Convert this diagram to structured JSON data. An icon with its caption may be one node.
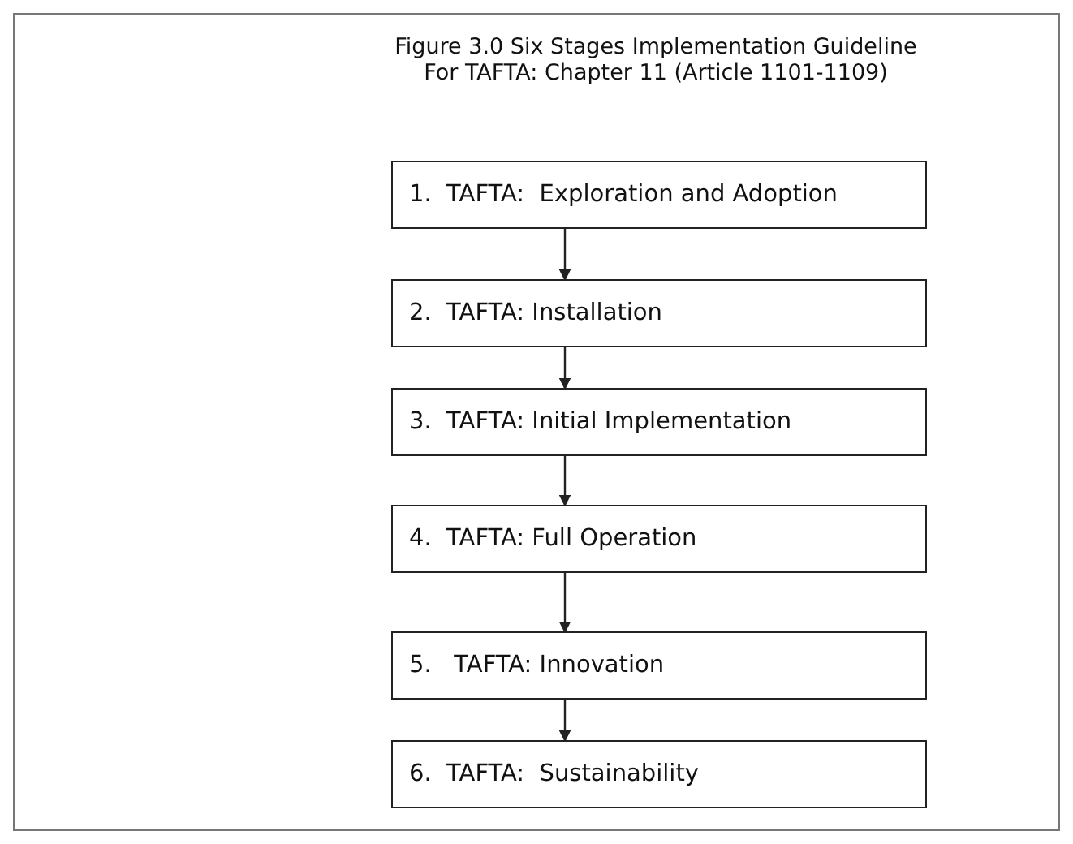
{
  "diagram": {
    "title": "Figure 3.0 Six Stages Implementation Guideline For TAFTA: Chapter 11 (Article 1101-1109)",
    "nodes": [
      {
        "text": [
          "1.  TAFTA:  Exploration and Adoption"
        ]
      },
      {
        "text": [
          "2.  TAFTA: Installation"
        ]
      },
      {
        "text": [
          "3.  TAFTA: Initial Implementation"
        ]
      },
      {
        "text": [
          "4.  TAFTA: Full Operation"
        ]
      },
      {
        "text": [
          "5.   TAFTA: Innovation"
        ]
      },
      {
        "text": [
          "6.  TAFTA:  Sustainability"
        ]
      }
    ],
    "edges": [
      {
        "from": 0,
        "to": 1,
        "arrow": "to"
      },
      {
        "from": 1,
        "to": 2,
        "arrow": "to"
      },
      {
        "from": 2,
        "to": 3,
        "arrow": "to"
      },
      {
        "from": 3,
        "to": 4,
        "arrow": "to"
      },
      {
        "from": 4,
        "to": 5,
        "arrow": "to"
      }
    ]
  }
}
